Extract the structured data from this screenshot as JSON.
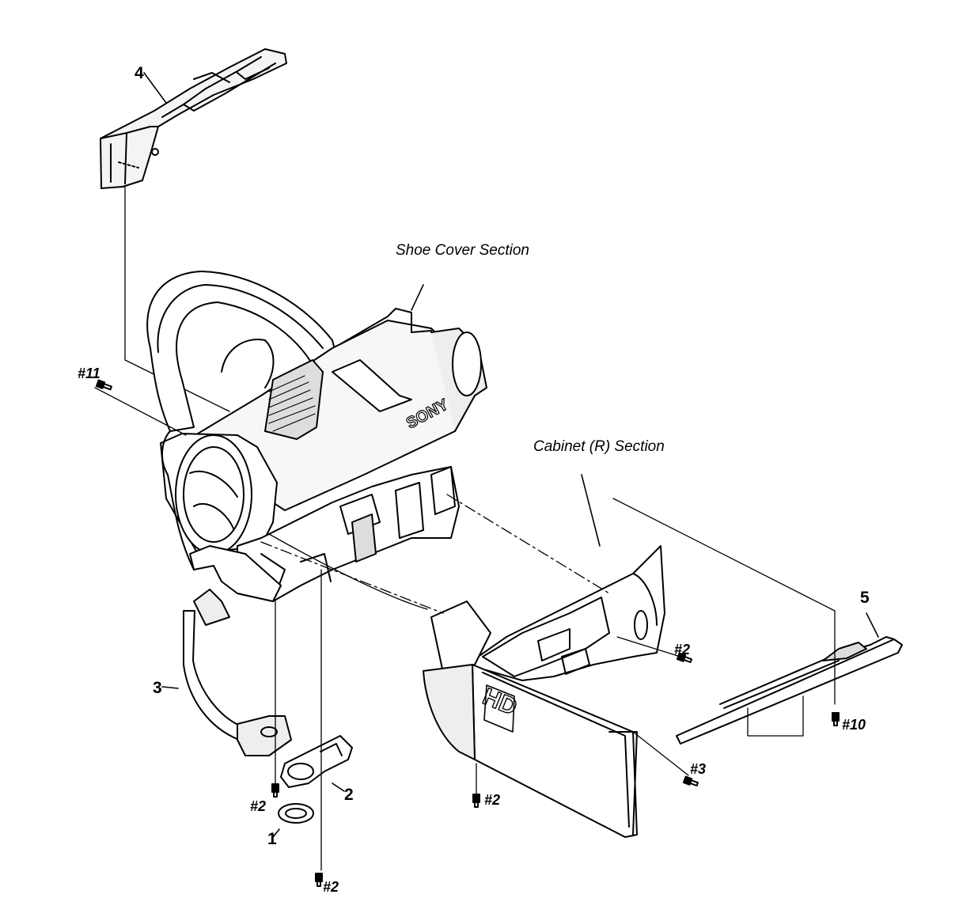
{
  "sections": {
    "shoe_cover": "Shoe Cover Section",
    "cabinet_r": "Cabinet (R) Section"
  },
  "parts": {
    "p1": "1",
    "p2": "2",
    "p3": "3",
    "p4": "4",
    "p5": "5"
  },
  "screws": {
    "s11": "#11",
    "s2_cabinet": "#2",
    "s10": "#10",
    "s3": "#3",
    "s2_lcd": "#2",
    "s2_left": "#2",
    "s2_bottom": "#2"
  },
  "logos": {
    "brand": "SONY",
    "panel": "HD"
  }
}
